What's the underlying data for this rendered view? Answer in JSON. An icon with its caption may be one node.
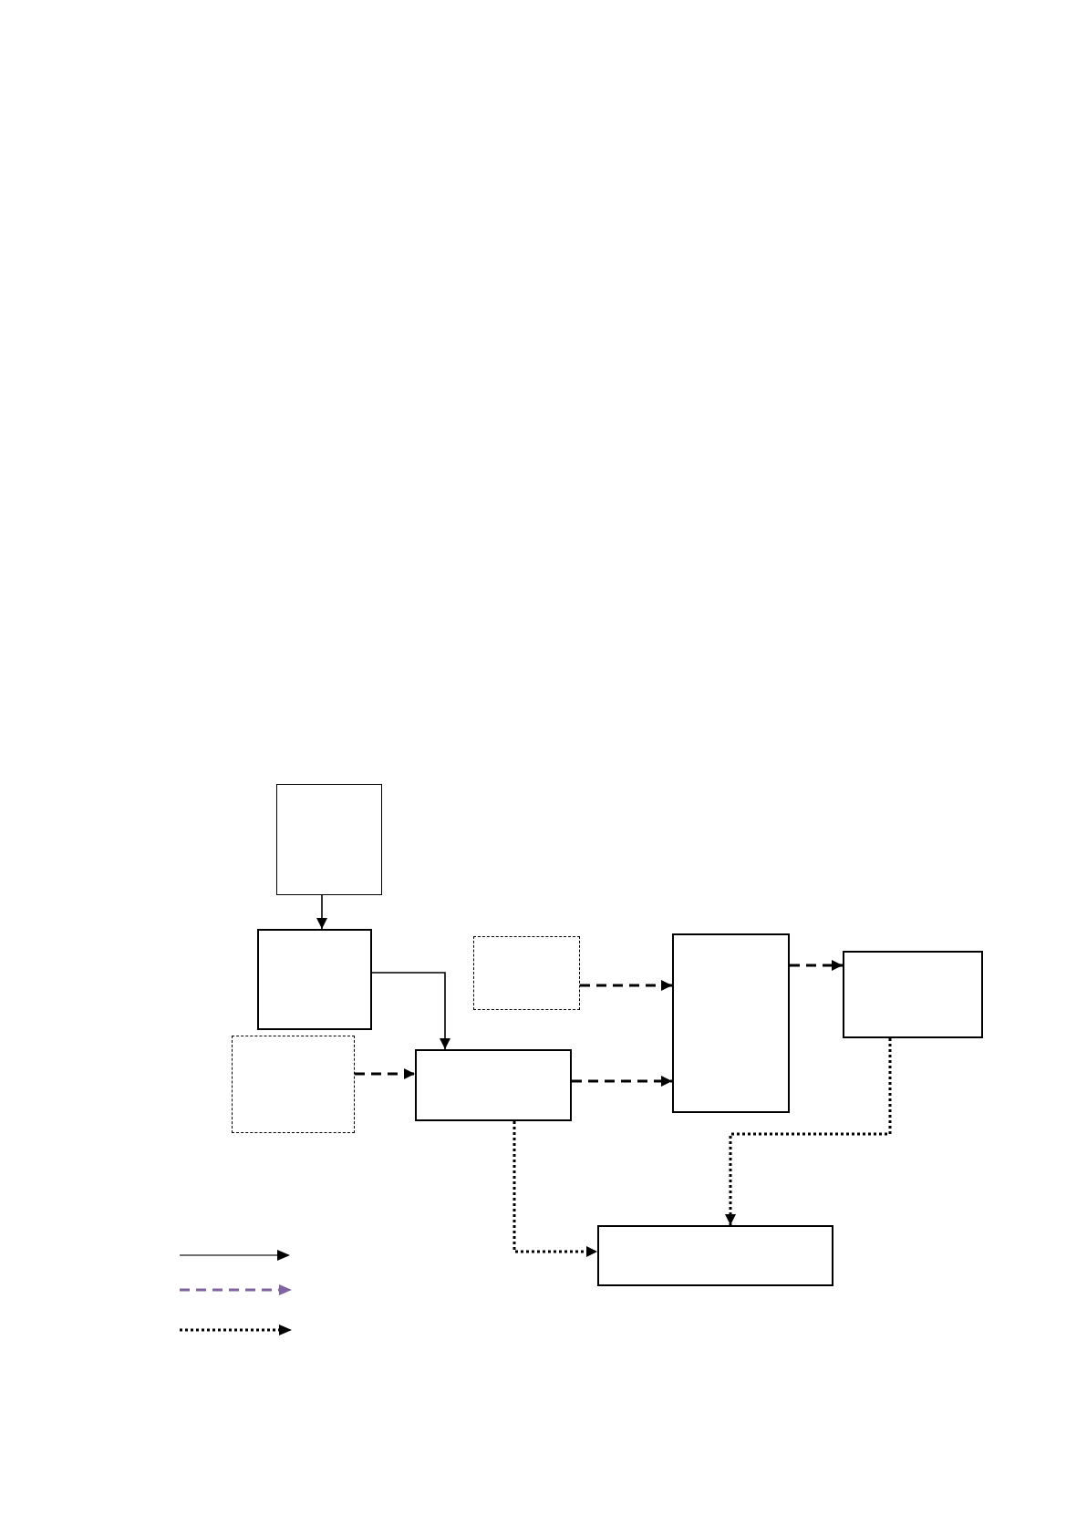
{
  "diagram": {
    "nodes": [
      {
        "text": [],
        "shape": "box"
      },
      {
        "text": [],
        "shape": "box"
      },
      {
        "text": [],
        "shape": "box"
      },
      {
        "text": [],
        "shape": "box"
      },
      {
        "text": [],
        "shape": "box"
      },
      {
        "text": [],
        "shape": "box"
      },
      {
        "text": [],
        "shape": "box"
      },
      {
        "text": [],
        "shape": "box"
      }
    ],
    "edges": [
      {
        "from": 0,
        "to": 1,
        "arrow": "to"
      },
      {
        "from": 1,
        "to": 6,
        "arrow": "to"
      },
      {
        "from": 5,
        "to": 6,
        "arrow": "to",
        "style": "dashed"
      },
      {
        "from": 2,
        "to": 3,
        "arrow": "to",
        "style": "dashed"
      },
      {
        "from": 6,
        "to": 3,
        "arrow": "to",
        "style": "dashed"
      },
      {
        "from": 3,
        "to": 4,
        "arrow": "to",
        "style": "dashed"
      },
      {
        "from": 6,
        "to": 7,
        "arrow": "to",
        "style": "dashed"
      },
      {
        "from": 4,
        "to": 7,
        "arrow": "to",
        "style": "dashed"
      }
    ]
  }
}
